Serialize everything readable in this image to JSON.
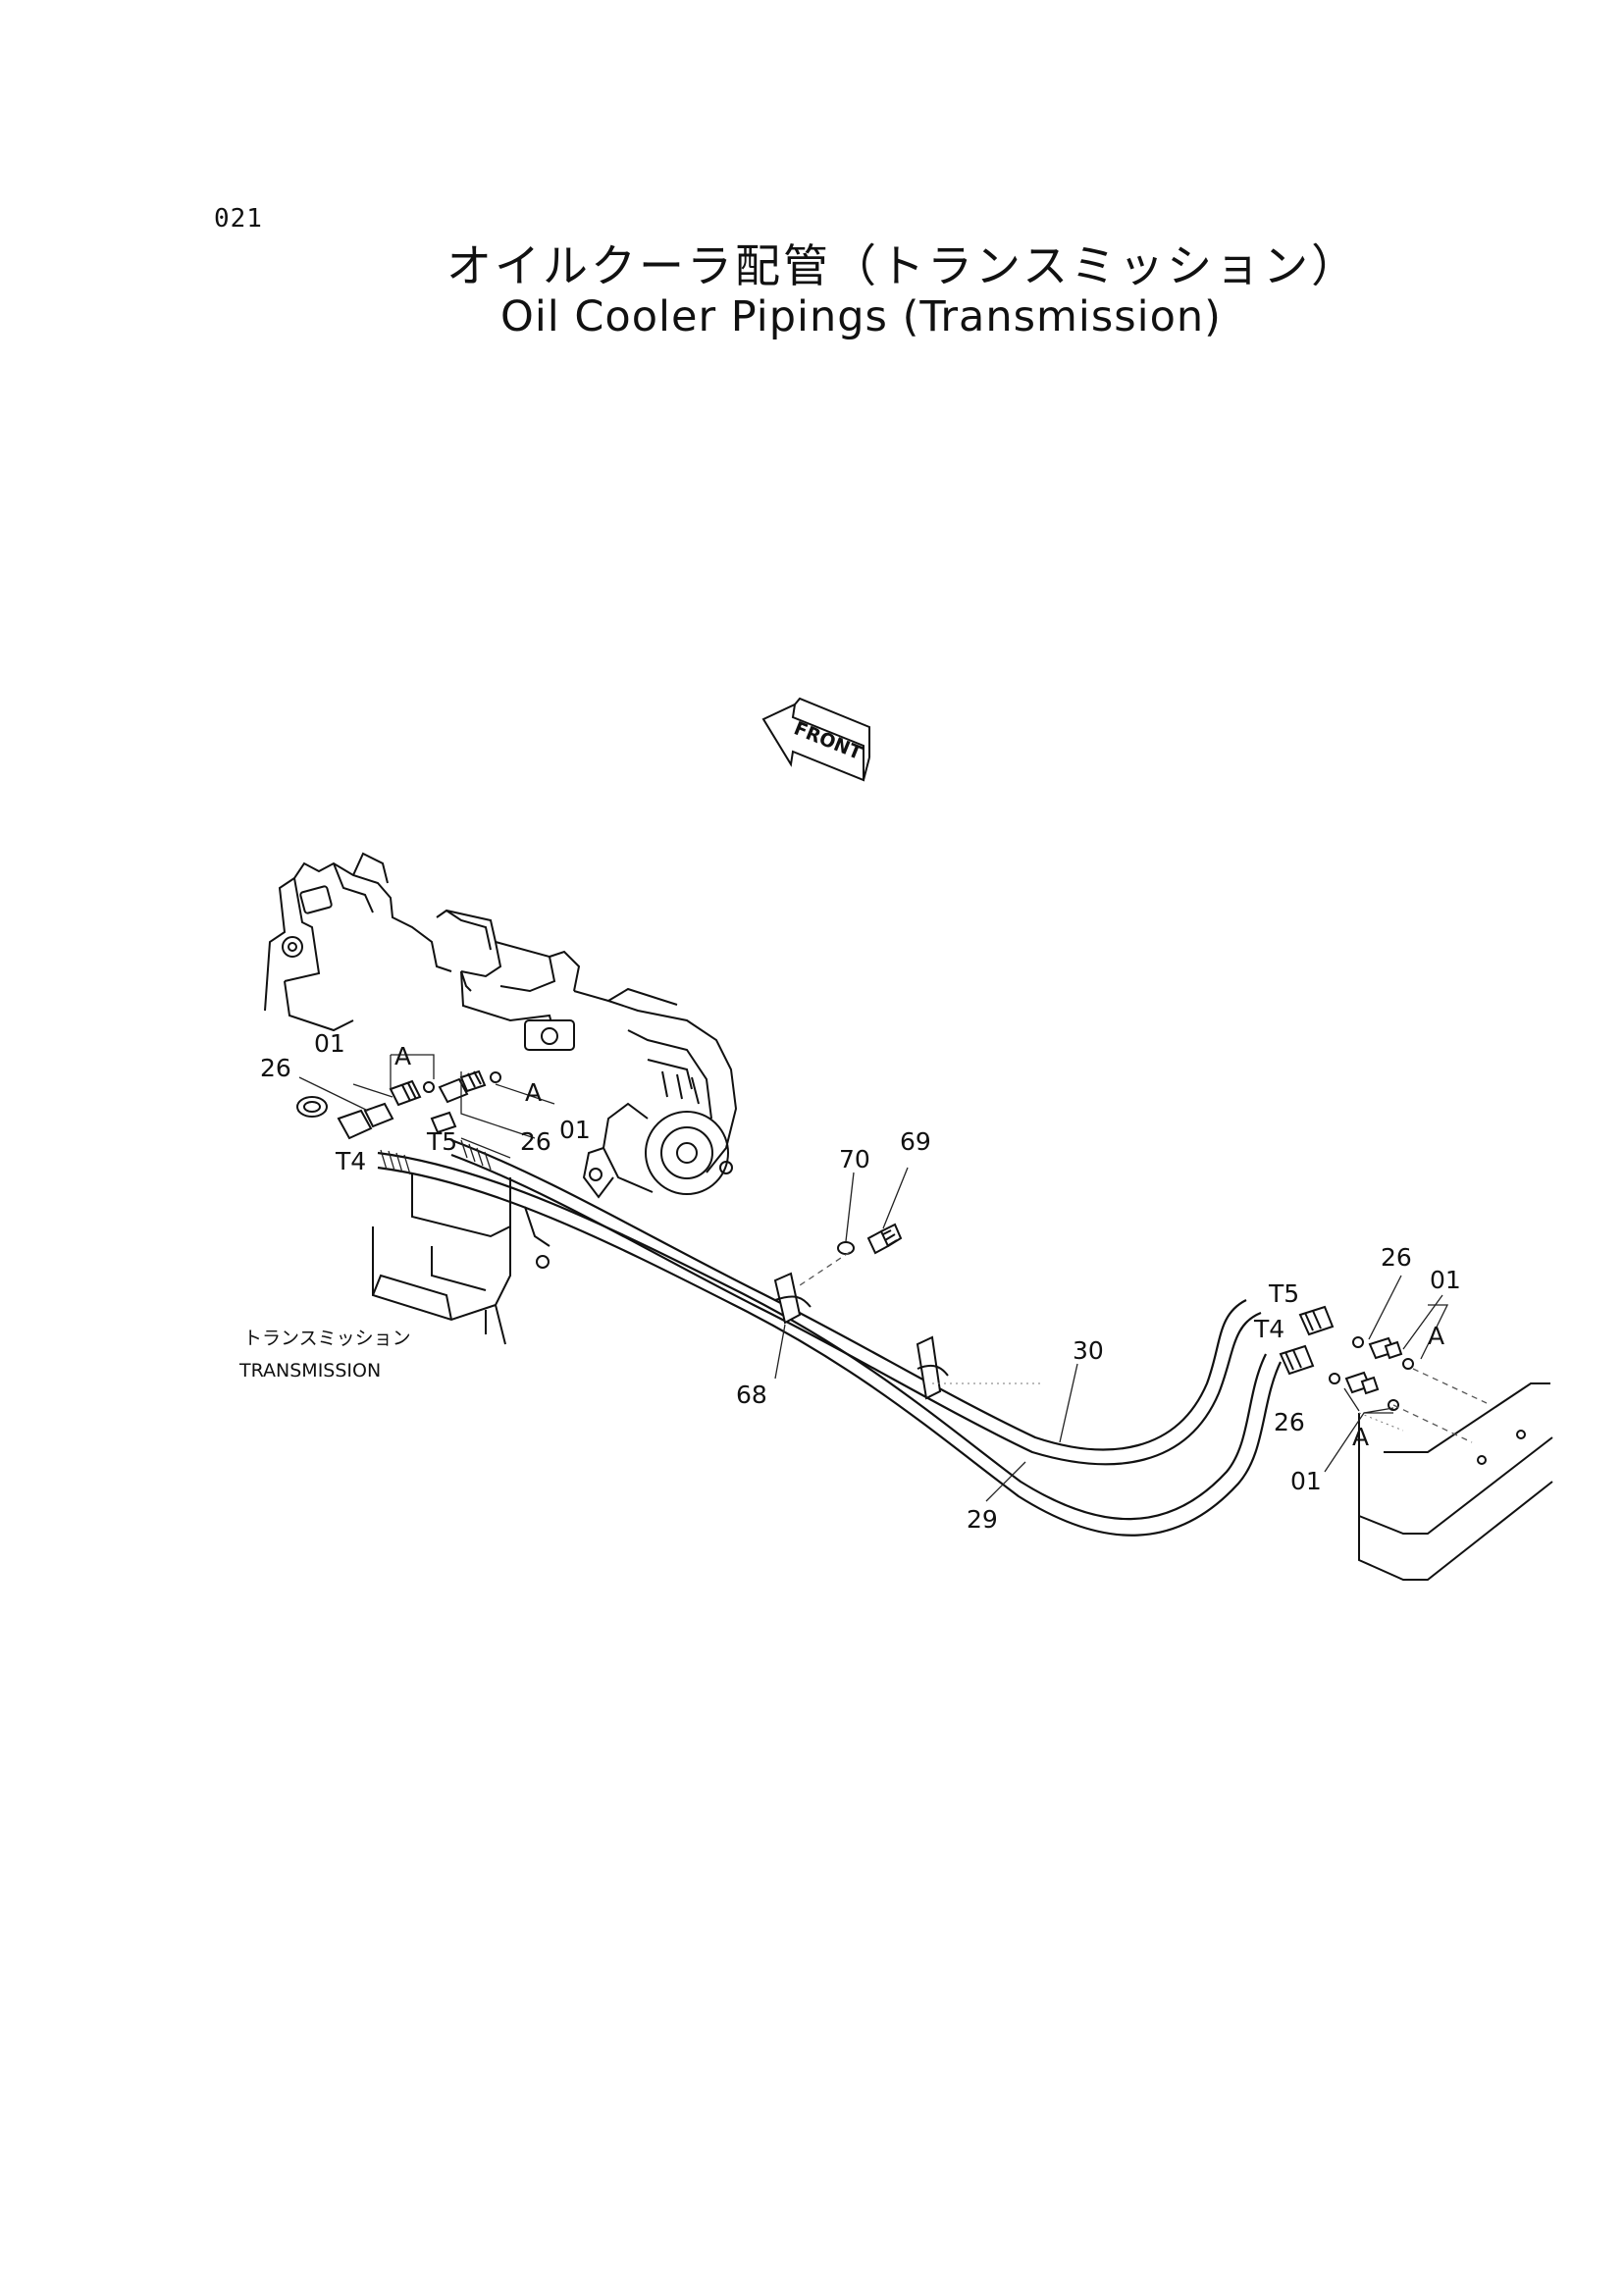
{
  "page_number": "021",
  "title_jp": "オイルクーラ配管（トランスミッション）",
  "title_en": "Oil Cooler Pipings (Transmission)",
  "front_label": "FRONT",
  "transmission_caption": {
    "jp": "トランスミッション",
    "en": "TRANSMISSION"
  },
  "callouts": {
    "left": {
      "p26_a": "26",
      "p01_a": "01",
      "A_a": "A",
      "A_b": "A",
      "T5": "T5",
      "T4": "T4",
      "p26_b": "26",
      "p01_b": "01"
    },
    "middle": {
      "p70": "70",
      "p69": "69",
      "p68": "68",
      "p30": "30",
      "p29": "29"
    },
    "right": {
      "p26_a": "26",
      "p01_a": "01",
      "T5": "T5",
      "T4": "T4",
      "A_a": "A",
      "p26_b": "26",
      "A_b": "A",
      "p01_b": "01"
    }
  }
}
